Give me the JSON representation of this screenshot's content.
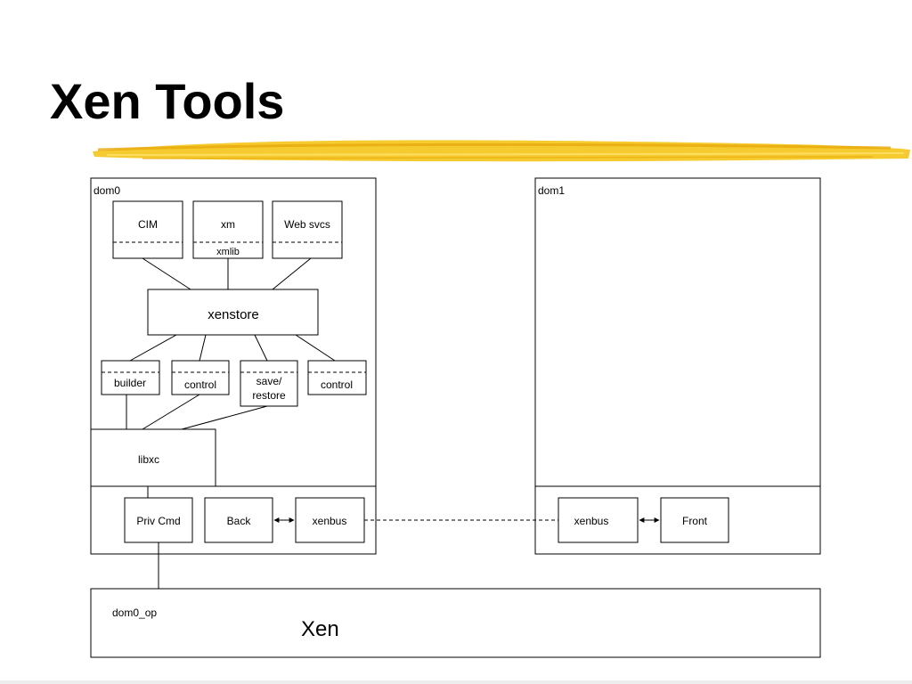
{
  "slide": {
    "title": "Xen Tools",
    "accent_color": "#F5C518"
  },
  "diagram": {
    "domains": {
      "dom0": "dom0",
      "dom1": "dom1",
      "xen": "Xen",
      "dom0_op": "dom0_op"
    },
    "tools": {
      "cim": "CIM",
      "xm": "xm",
      "xmlib": "xmlib",
      "web_svcs": "Web svcs"
    },
    "xenstore": "xenstore",
    "modules": {
      "builder": "builder",
      "control_1": "control",
      "save_restore_line1": "save/",
      "save_restore_line2": "restore",
      "control_2": "control"
    },
    "libxc": "libxc",
    "kernel_dom0": {
      "priv_cmd": "Priv Cmd",
      "back": "Back",
      "xenbus": "xenbus"
    },
    "kernel_dom1": {
      "xenbus": "xenbus",
      "front": "Front"
    }
  }
}
